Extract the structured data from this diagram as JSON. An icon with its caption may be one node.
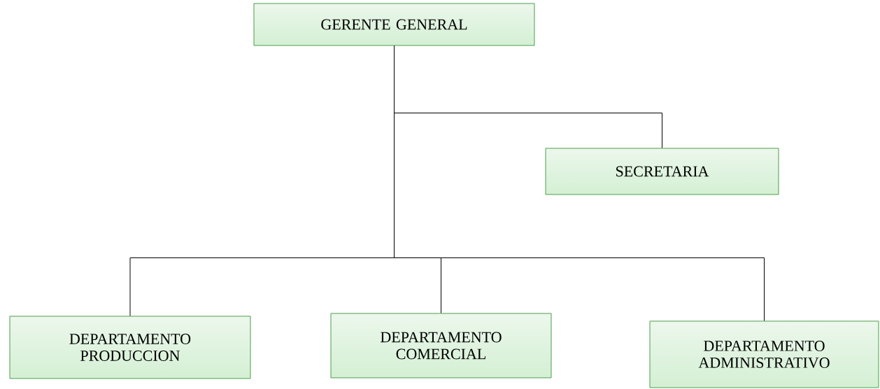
{
  "diagram": {
    "nodes": [
      {
        "text": [
          "GERENTE GENERAL"
        ]
      },
      {
        "text": [
          "SECRETARIA"
        ]
      },
      {
        "text": [
          "DEPARTAMENTO PRODUCCION"
        ]
      },
      {
        "text": [
          "DEPARTAMENTO COMERCIAL"
        ]
      },
      {
        "text": [
          "DEPARTAMENTO ADMINISTRATIVO"
        ]
      }
    ],
    "edges": [
      {
        "from": 0,
        "to": 1,
        "arrow": "none"
      },
      {
        "from": 0,
        "to": 2,
        "arrow": "none"
      },
      {
        "from": 0,
        "to": 3,
        "arrow": "none"
      },
      {
        "from": 0,
        "to": 4,
        "arrow": "none"
      }
    ]
  }
}
